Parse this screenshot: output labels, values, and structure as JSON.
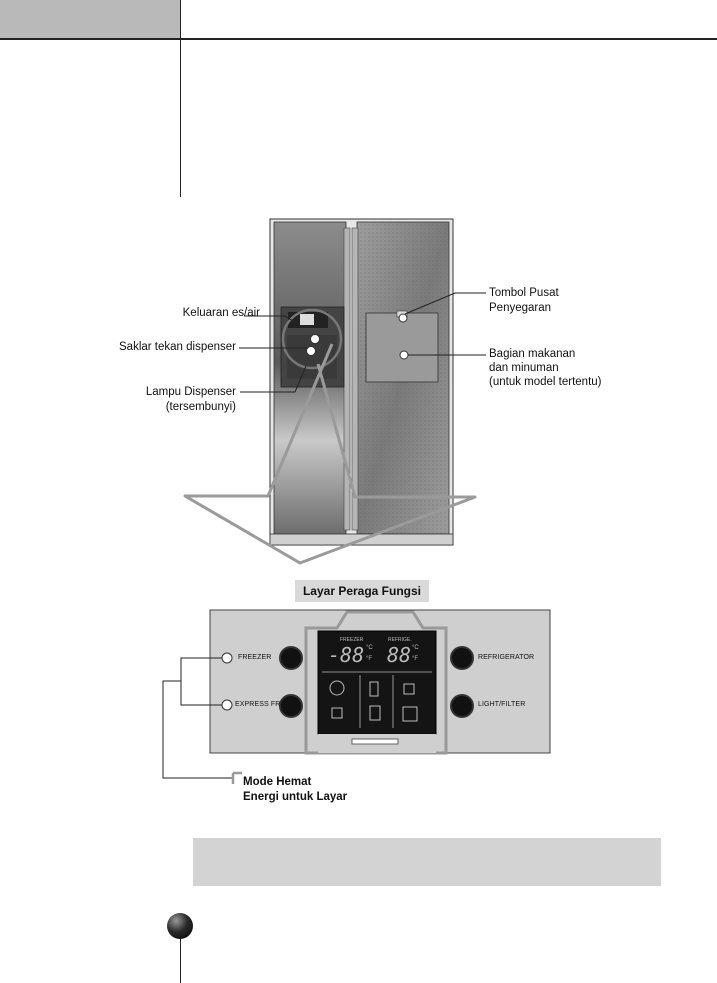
{
  "callouts": {
    "ice_water_outlet": "Keluaran es/air",
    "dispenser_switch": "Saklar tekan dispenser",
    "dispenser_lamp_line1": "Lampu Dispenser",
    "dispenser_lamp_line2": "(tersembunyi)",
    "refresh_button_line1": "Tombol Pusat",
    "refresh_button_line2": "Penyegaran",
    "food_section_line1": "Bagian makanan",
    "food_section_line2": "dan minuman",
    "food_section_line3": "(untuk model tertentu)"
  },
  "display_title": "Layar Peraga Fungsi",
  "panel": {
    "freezer_label": "FREEZER",
    "express_label": "EXPRESS FRZ.",
    "refrigerator_label": "REFRIGERATOR",
    "light_filter_label": "LIGHT/FILTER",
    "freezer_temp_label": "FREEZER",
    "fridge_temp_label": "REFRIGE.",
    "freezer_digits": "-88",
    "fridge_digits": "88",
    "unit_c": "°C",
    "unit_f": "°F"
  },
  "mode_label": {
    "line1": "Mode Hemat",
    "line2": "Energi untuk Layar"
  },
  "colors": {
    "header_tab": "#b9b9b9",
    "panel": "#cfcfcf",
    "display": "#111111",
    "note_box": "#d3d3d3"
  }
}
